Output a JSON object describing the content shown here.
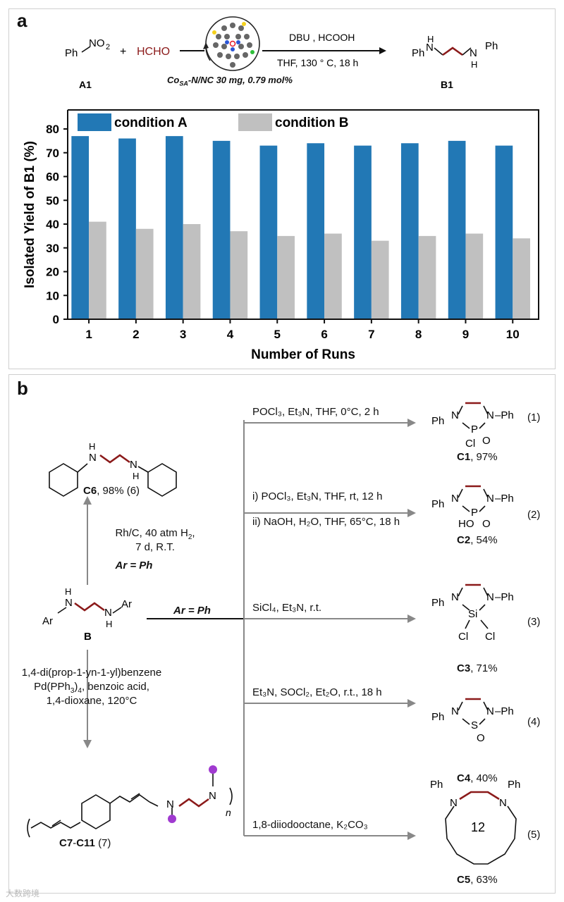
{
  "panel_a": {
    "letter": "a",
    "reactant1_ph": "Ph",
    "reactant1_no2": "NO",
    "reactant1_sub": "2",
    "plus": "+",
    "reactant2": "HCHO",
    "reagents_top": "DBU , HCOOH",
    "conditions_bottom": "THF, 130 ° C, 18 h",
    "catalyst_prefix": "Co",
    "catalyst_sub": "SA",
    "catalyst_rest": "-N/NC 30 mg, 0.79 mol%",
    "label_a1": "A1",
    "label_b1": "B1",
    "ph": "Ph",
    "nh": "H",
    "n": "N"
  },
  "chart_data": {
    "type": "bar",
    "categories": [
      "1",
      "2",
      "3",
      "4",
      "5",
      "6",
      "7",
      "8",
      "9",
      "10"
    ],
    "series": [
      {
        "name": "condition A",
        "values": [
          77,
          76,
          77,
          75,
          73,
          74,
          73,
          74,
          75,
          73
        ],
        "color": "#2278b5"
      },
      {
        "name": "condition B",
        "values": [
          41,
          38,
          40,
          37,
          35,
          36,
          33,
          35,
          36,
          34
        ],
        "color": "#c0c0c0"
      }
    ],
    "xlabel": "Number of Runs",
    "ylabel_prefix": "Isolated Yield of ",
    "ylabel_bold": "B1",
    "ylabel_suffix": " (%)",
    "ylim": [
      0,
      88
    ],
    "yticks": [
      0,
      10,
      20,
      30,
      40,
      50,
      60,
      70,
      80
    ],
    "legend_position": "top",
    "grid": false
  },
  "panel_b": {
    "letter": "b",
    "label_b": "B",
    "ar": "Ar",
    "ar_eq_ph": "Ar = Ph",
    "c6_label": "C6",
    "c6_yield": ", 98%",
    "c6_ref": "(6)",
    "hydrog_line1": "Rh/C, 40 atm H",
    "hydrog_sub": "2",
    "hydrog_line1_end": ",",
    "hydrog_line2": "7 d, R.T.",
    "polym_line1": "1,4-di(prop-1-yn-1-yl)benzene",
    "polym_line2": "Pd(PPh",
    "polym_line2_sub": "3",
    "polym_line2_end": ")",
    "polym_line2_sub2": "4",
    "polym_line2_tail": ", benzoic acid,",
    "polym_line3": "1,4-dioxane, 120°C",
    "c7_label": "C7",
    "c7_dash": "-",
    "c11_label": "C11",
    "c7_ref": "(7)",
    "n_index": "n",
    "reactions": [
      {
        "cond": "POCl₃, Et₃N, THF, 0°C, 2 h",
        "cond2": "",
        "product": "C1",
        "yield": ", 97%",
        "eq": "(1)"
      },
      {
        "cond": "i) POCl₃, Et₃N, THF, rt, 12 h",
        "cond2": "ii) NaOH, H₂O, THF, 65°C, 18 h",
        "product": "C2",
        "yield": ", 54%",
        "eq": "(2)"
      },
      {
        "cond": "SiCl₄, Et₃N, r.t.",
        "cond2": "",
        "product": "C3",
        "yield": ", 71%",
        "eq": "(3)"
      },
      {
        "cond": "Et₃N, SOCl₂, Et₂O, r.t., 18 h",
        "cond2": "",
        "product": "C4",
        "yield": ", 40%",
        "eq": "(4)"
      },
      {
        "cond": "1,8-diiodooctane, K₂CO₃",
        "cond2": "",
        "product": "C5",
        "yield": ", 63%",
        "eq": "(5)"
      }
    ],
    "ring_size": "12",
    "atoms": {
      "p": "P",
      "o": "O",
      "cl": "Cl",
      "ho": "HO",
      "si": "Si",
      "s": "S"
    }
  },
  "watermark": "大数跨境"
}
